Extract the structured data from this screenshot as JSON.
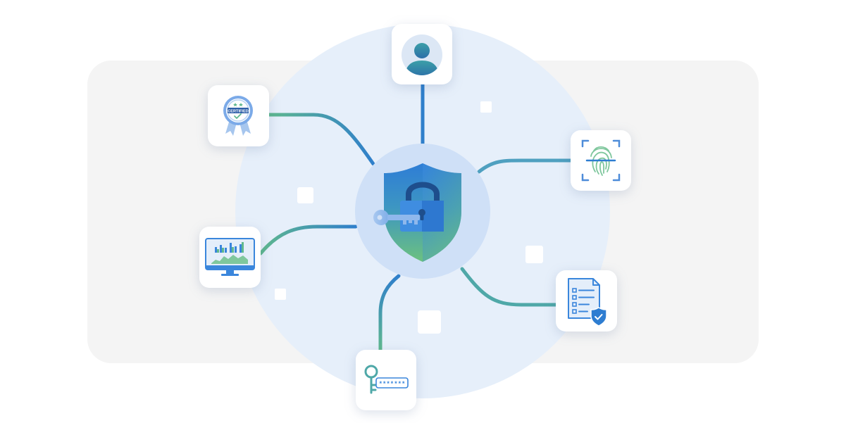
{
  "diagram": {
    "center": {
      "icon": "shield-lock-key-icon"
    },
    "nodes": [
      {
        "id": "user",
        "icon": "user-avatar-icon"
      },
      {
        "id": "certified",
        "icon": "certified-badge-icon",
        "badge_text": "CERTIFIED"
      },
      {
        "id": "fingerprint",
        "icon": "fingerprint-scan-icon"
      },
      {
        "id": "monitor",
        "icon": "analytics-monitor-icon"
      },
      {
        "id": "document",
        "icon": "secure-document-icon"
      },
      {
        "id": "password",
        "icon": "password-key-icon",
        "password_mask": "*******"
      }
    ],
    "colors": {
      "blue": "#2E7DD1",
      "green": "#5FB88E",
      "circle": "#E6EFFA",
      "hub": "#CFE0F7",
      "panel": "#F4F4F4"
    }
  }
}
